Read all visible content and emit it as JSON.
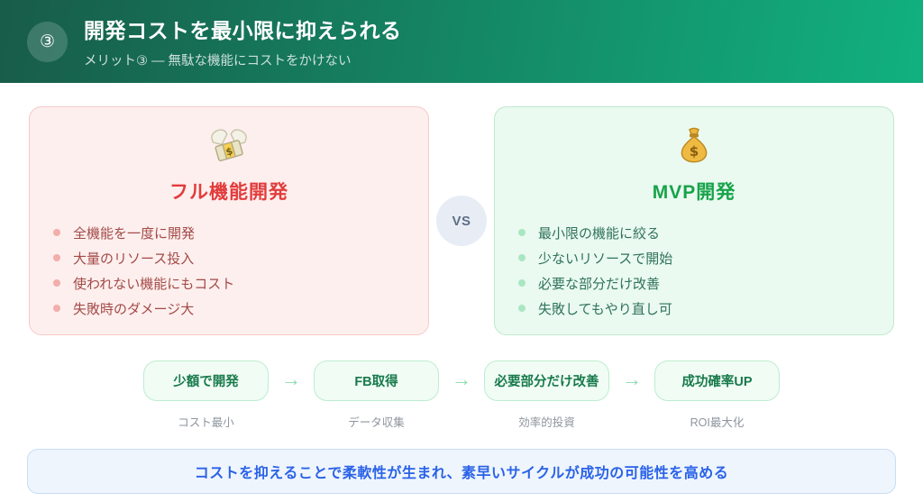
{
  "header": {
    "badge": "③",
    "title": "開発コストを最小限に抑えられる",
    "subtitle": "メリット③ — 無駄な機能にコストをかけない"
  },
  "comparison": {
    "vs_label": "VS",
    "left": {
      "icon_name": "money-with-wings",
      "title": "フル機能開発",
      "items": [
        "全機能を一度に開発",
        "大量のリソース投入",
        "使われない機能にもコスト",
        "失敗時のダメージ大"
      ]
    },
    "right": {
      "icon_name": "money-bag",
      "title": "MVP開発",
      "items": [
        "最小限の機能に絞る",
        "少ないリソースで開始",
        "必要な部分だけ改善",
        "失敗してもやり直し可"
      ]
    }
  },
  "flow": {
    "arrow": "→",
    "steps": [
      {
        "label": "少額で開発",
        "caption": "コスト最小"
      },
      {
        "label": "FB取得",
        "caption": "データ収集"
      },
      {
        "label": "必要部分だけ改善",
        "caption": "効率的投資"
      },
      {
        "label": "成功確率UP",
        "caption": "ROI最大化"
      }
    ]
  },
  "footer": {
    "message": "コストを抑えることで柔軟性が生まれ、素早いサイクルが成功の可能性を高める"
  },
  "colors": {
    "header_gradient_start": "#185c49",
    "header_gradient_end": "#11b17f",
    "full_dev_accent": "#e23c3c",
    "full_dev_bg": "#fdefee",
    "full_dev_border": "#f7caca",
    "mvp_accent": "#17a34a",
    "mvp_bg": "#eafaf0",
    "mvp_border": "#bfe9ce",
    "flow_box_bg": "#f1fcf5",
    "flow_box_text": "#187a4b",
    "summary_text": "#2a62e8",
    "summary_bg": "#eef5fd"
  }
}
